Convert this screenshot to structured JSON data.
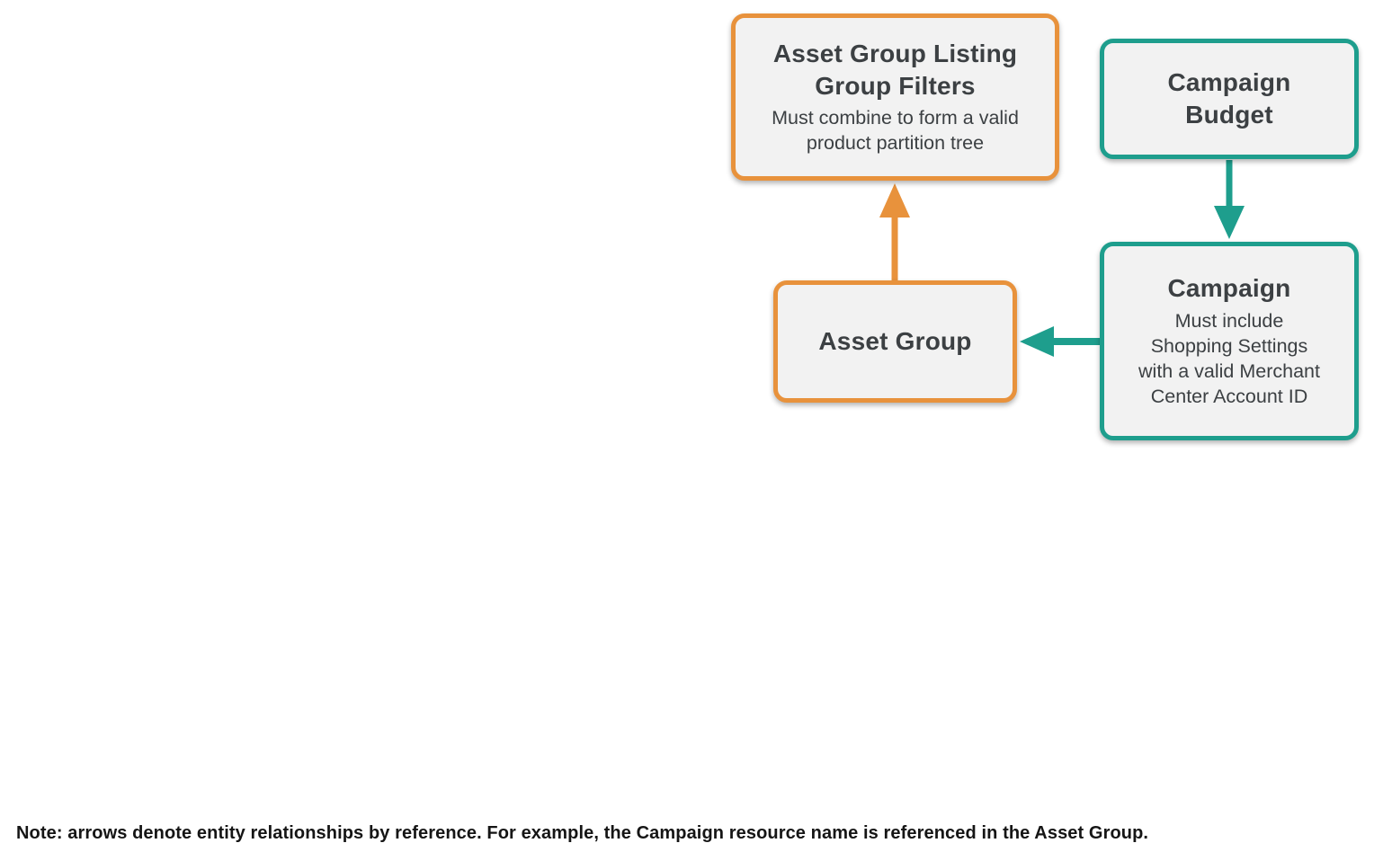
{
  "colors": {
    "orange": "#E8923C",
    "teal": "#1E9E8D",
    "box_fill": "#F2F2F2",
    "text": "#3C4043",
    "note_text": "#151515"
  },
  "nodes": {
    "listing_filters": {
      "title": "Asset Group Listing\nGroup Filters",
      "subtitle": "Must combine to form a valid\nproduct partition tree",
      "accent": "orange"
    },
    "campaign_budget": {
      "title": "Campaign\nBudget",
      "accent": "teal"
    },
    "asset_group": {
      "title": "Asset Group",
      "accent": "orange"
    },
    "campaign": {
      "title": "Campaign",
      "subtitle": "Must include\nShopping Settings\nwith a valid Merchant\nCenter Account ID",
      "accent": "teal"
    }
  },
  "edges": [
    {
      "from": "Asset Group",
      "to": "Asset Group Listing Group Filters",
      "color": "orange"
    },
    {
      "from": "Campaign Budget",
      "to": "Campaign",
      "color": "teal"
    },
    {
      "from": "Campaign",
      "to": "Asset Group",
      "color": "teal"
    }
  ],
  "note": "Note: arrows denote entity relationships by reference. For example, the Campaign resource name is referenced in the Asset Group."
}
